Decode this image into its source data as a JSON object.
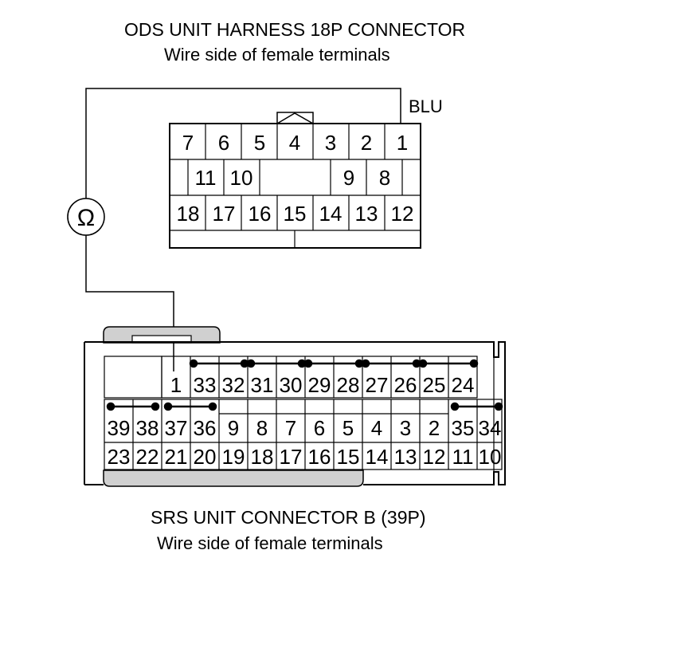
{
  "top_connector": {
    "title": "ODS UNIT HARNESS 18P CONNECTOR",
    "subtitle": "Wire side of female terminals",
    "row1": [
      "7",
      "6",
      "5",
      "4",
      "3",
      "2",
      "1"
    ],
    "row2": [
      "11",
      "10",
      "9",
      "8"
    ],
    "row3": [
      "18",
      "17",
      "16",
      "15",
      "14",
      "13",
      "12"
    ]
  },
  "wire_label": "BLU",
  "meter_symbol": "Ω",
  "bottom_connector": {
    "title": "SRS UNIT CONNECTOR B (39P)",
    "subtitle": "Wire side of female terminals",
    "row1": [
      "1",
      "33",
      "32",
      "31",
      "30",
      "29",
      "28",
      "27",
      "26",
      "25",
      "24"
    ],
    "row2": [
      "39",
      "38",
      "37",
      "36",
      "9",
      "8",
      "7",
      "6",
      "5",
      "4",
      "3",
      "2",
      "35",
      "34"
    ],
    "row3": [
      "23",
      "22",
      "21",
      "20",
      "19",
      "18",
      "17",
      "16",
      "15",
      "14",
      "13",
      "12",
      "11",
      "10"
    ]
  }
}
